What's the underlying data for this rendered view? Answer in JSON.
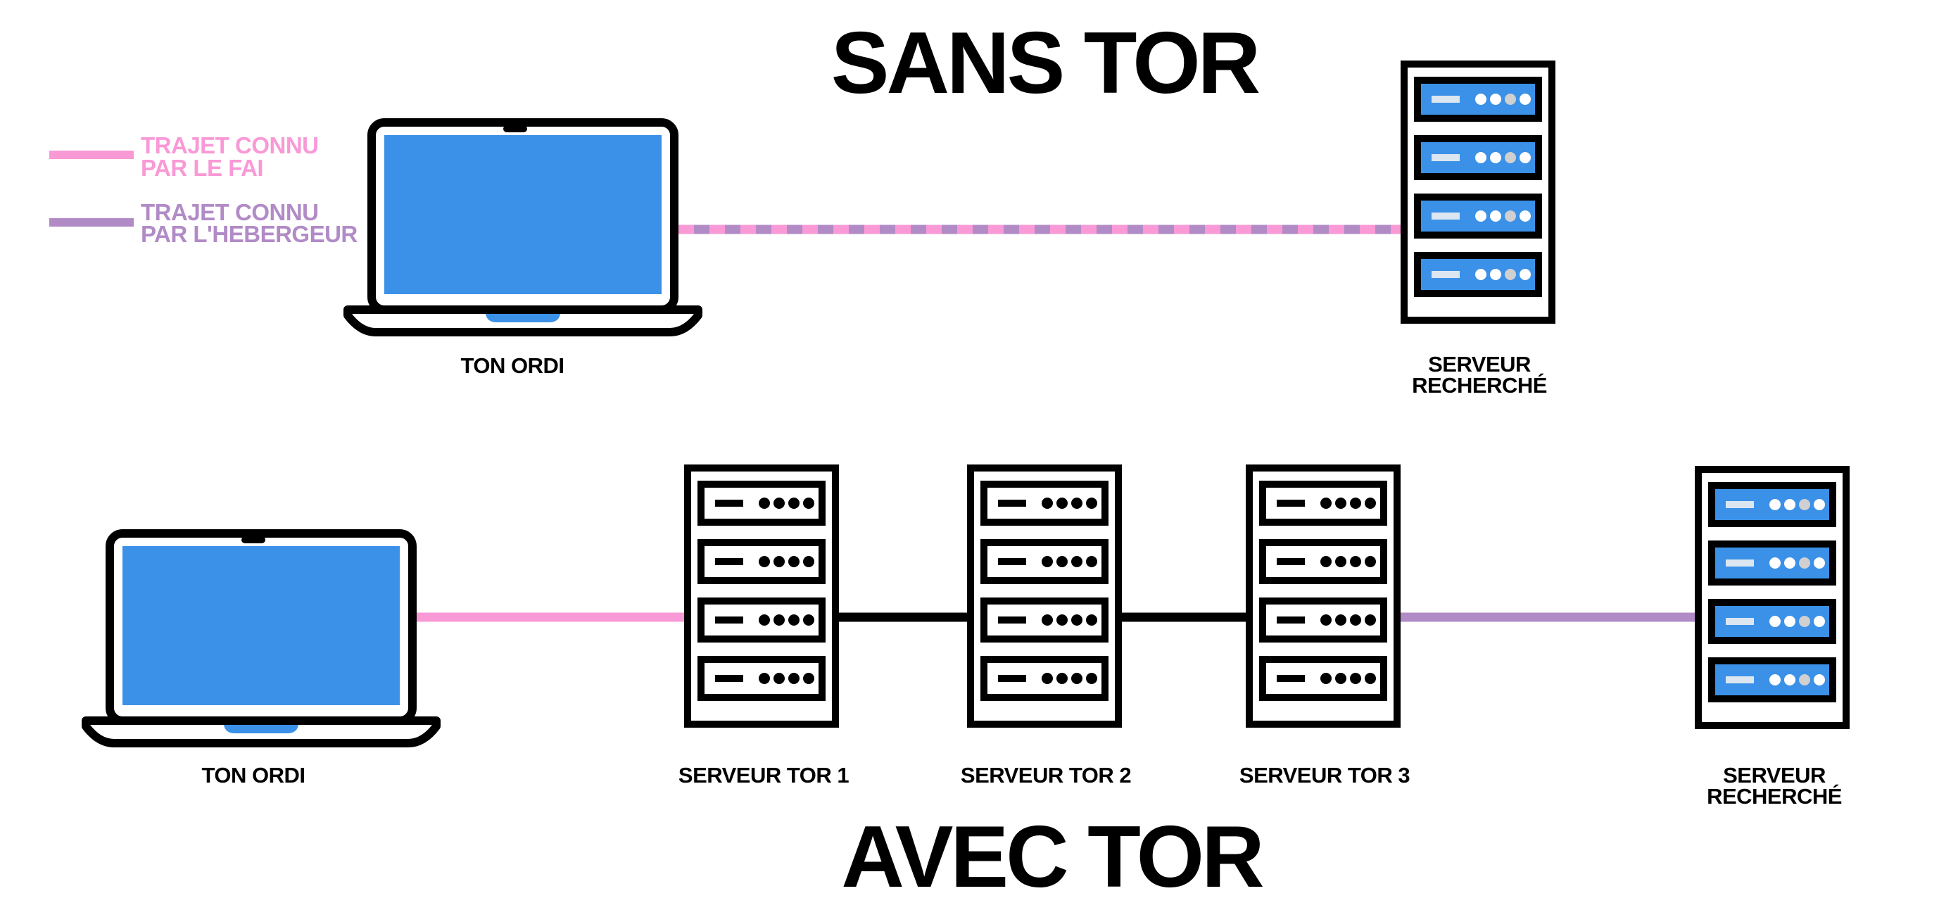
{
  "titles": {
    "top": "SANS TOR",
    "bottom": "AVEC TOR"
  },
  "legend": {
    "fai": {
      "line1": "TRAJET CONNU",
      "line2": "PAR LE FAI",
      "color": "#f999d6"
    },
    "hebergeur": {
      "line1": "TRAJET CONNU",
      "line2": "PAR L'HEBERGEUR",
      "color": "#b18bc6"
    }
  },
  "top": {
    "computer_label": "TON ORDI",
    "server_label_line1": "SERVEUR",
    "server_label_line2": "RECHERCHÉ"
  },
  "bottom": {
    "computer_label": "TON ORDI",
    "tor1_label": "SERVEUR TOR 1",
    "tor2_label": "SERVEUR TOR 2",
    "tor3_label": "SERVEUR TOR 3",
    "server_label_line1": "SERVEUR",
    "server_label_line2": "RECHERCHÉ"
  },
  "colors": {
    "screen_blue": "#3b91e8",
    "stroke": "#000000",
    "fai_pink": "#f999d6",
    "hebergeur_purple": "#b18bc6"
  },
  "icons": [
    "laptop-icon",
    "server-icon"
  ]
}
